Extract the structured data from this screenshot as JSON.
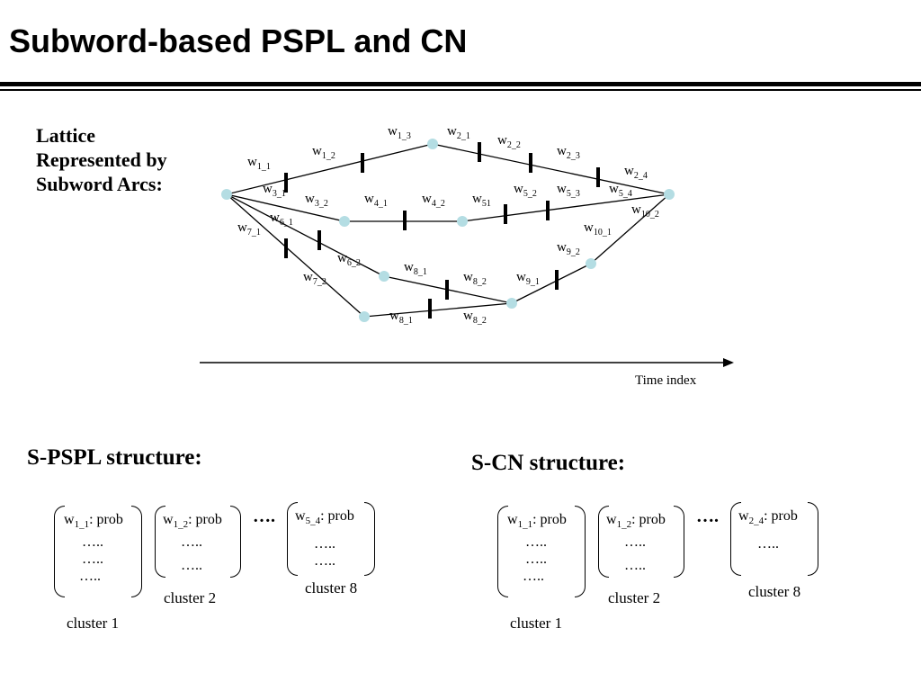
{
  "title": "Subword-based PSPL and CN",
  "lattice_label": [
    "Lattice",
    "Represented by",
    "Subword Arcs:"
  ],
  "time_axis_label": "Time index",
  "arc_labels": [
    {
      "base": "w",
      "sub": "1_3"
    },
    {
      "base": "w",
      "sub": "2_1"
    },
    {
      "base": "w",
      "sub": "1_2"
    },
    {
      "base": "w",
      "sub": "2_2"
    },
    {
      "base": "w",
      "sub": "1_1"
    },
    {
      "base": "w",
      "sub": "2_3"
    },
    {
      "base": "w",
      "sub": "2_4"
    },
    {
      "base": "w",
      "sub": "3_1"
    },
    {
      "base": "w",
      "sub": "3_2"
    },
    {
      "base": "w",
      "sub": "4_1"
    },
    {
      "base": "w",
      "sub": "4_2"
    },
    {
      "base": "w",
      "sub": "51"
    },
    {
      "base": "w",
      "sub": "5_2"
    },
    {
      "base": "w",
      "sub": "5_3"
    },
    {
      "base": "w",
      "sub": "5_4"
    },
    {
      "base": "w",
      "sub": "10_2"
    },
    {
      "base": "w",
      "sub": "6_1"
    },
    {
      "base": "w",
      "sub": "7_1"
    },
    {
      "base": "w",
      "sub": "10_1"
    },
    {
      "base": "w",
      "sub": "9_2"
    },
    {
      "base": "w",
      "sub": "6_2"
    },
    {
      "base": "w",
      "sub": "8_1"
    },
    {
      "base": "w",
      "sub": "7_2"
    },
    {
      "base": "w",
      "sub": "8_2"
    },
    {
      "base": "w",
      "sub": "9_1"
    },
    {
      "base": "w",
      "sub": "8_1"
    },
    {
      "base": "w",
      "sub": "8_2"
    }
  ],
  "pspl": {
    "heading": "S-PSPL structure:",
    "ellipsis": "….",
    "clusters": [
      {
        "entry_base": "w",
        "entry_sub": "1_1",
        "entry_rest": ": prob",
        "dots": [
          "…..",
          "…..",
          "….."
        ],
        "caption": "cluster 1"
      },
      {
        "entry_base": "w",
        "entry_sub": "1_2",
        "entry_rest": ": prob",
        "dots": [
          "…..",
          "….."
        ],
        "caption": "cluster 2"
      },
      {
        "entry_base": "w",
        "entry_sub": "5_4",
        "entry_rest": ": prob",
        "dots": [
          "…..",
          "….."
        ],
        "caption": "cluster 8"
      }
    ]
  },
  "cn": {
    "heading": "S-CN structure:",
    "ellipsis": "….",
    "clusters": [
      {
        "entry_base": "w",
        "entry_sub": "1_1",
        "entry_rest": ": prob",
        "dots": [
          "…..",
          "…..",
          "….."
        ],
        "caption": "cluster 1"
      },
      {
        "entry_base": "w",
        "entry_sub": "1_2",
        "entry_rest": ": prob",
        "dots": [
          "…..",
          "….."
        ],
        "caption": "cluster 2"
      },
      {
        "entry_base": "w",
        "entry_sub": "2_4",
        "entry_rest": ": prob",
        "dots": [
          "….."
        ],
        "caption": "cluster 8"
      }
    ]
  },
  "colors": {
    "node": "#b4dde3",
    "line": "#000000"
  }
}
